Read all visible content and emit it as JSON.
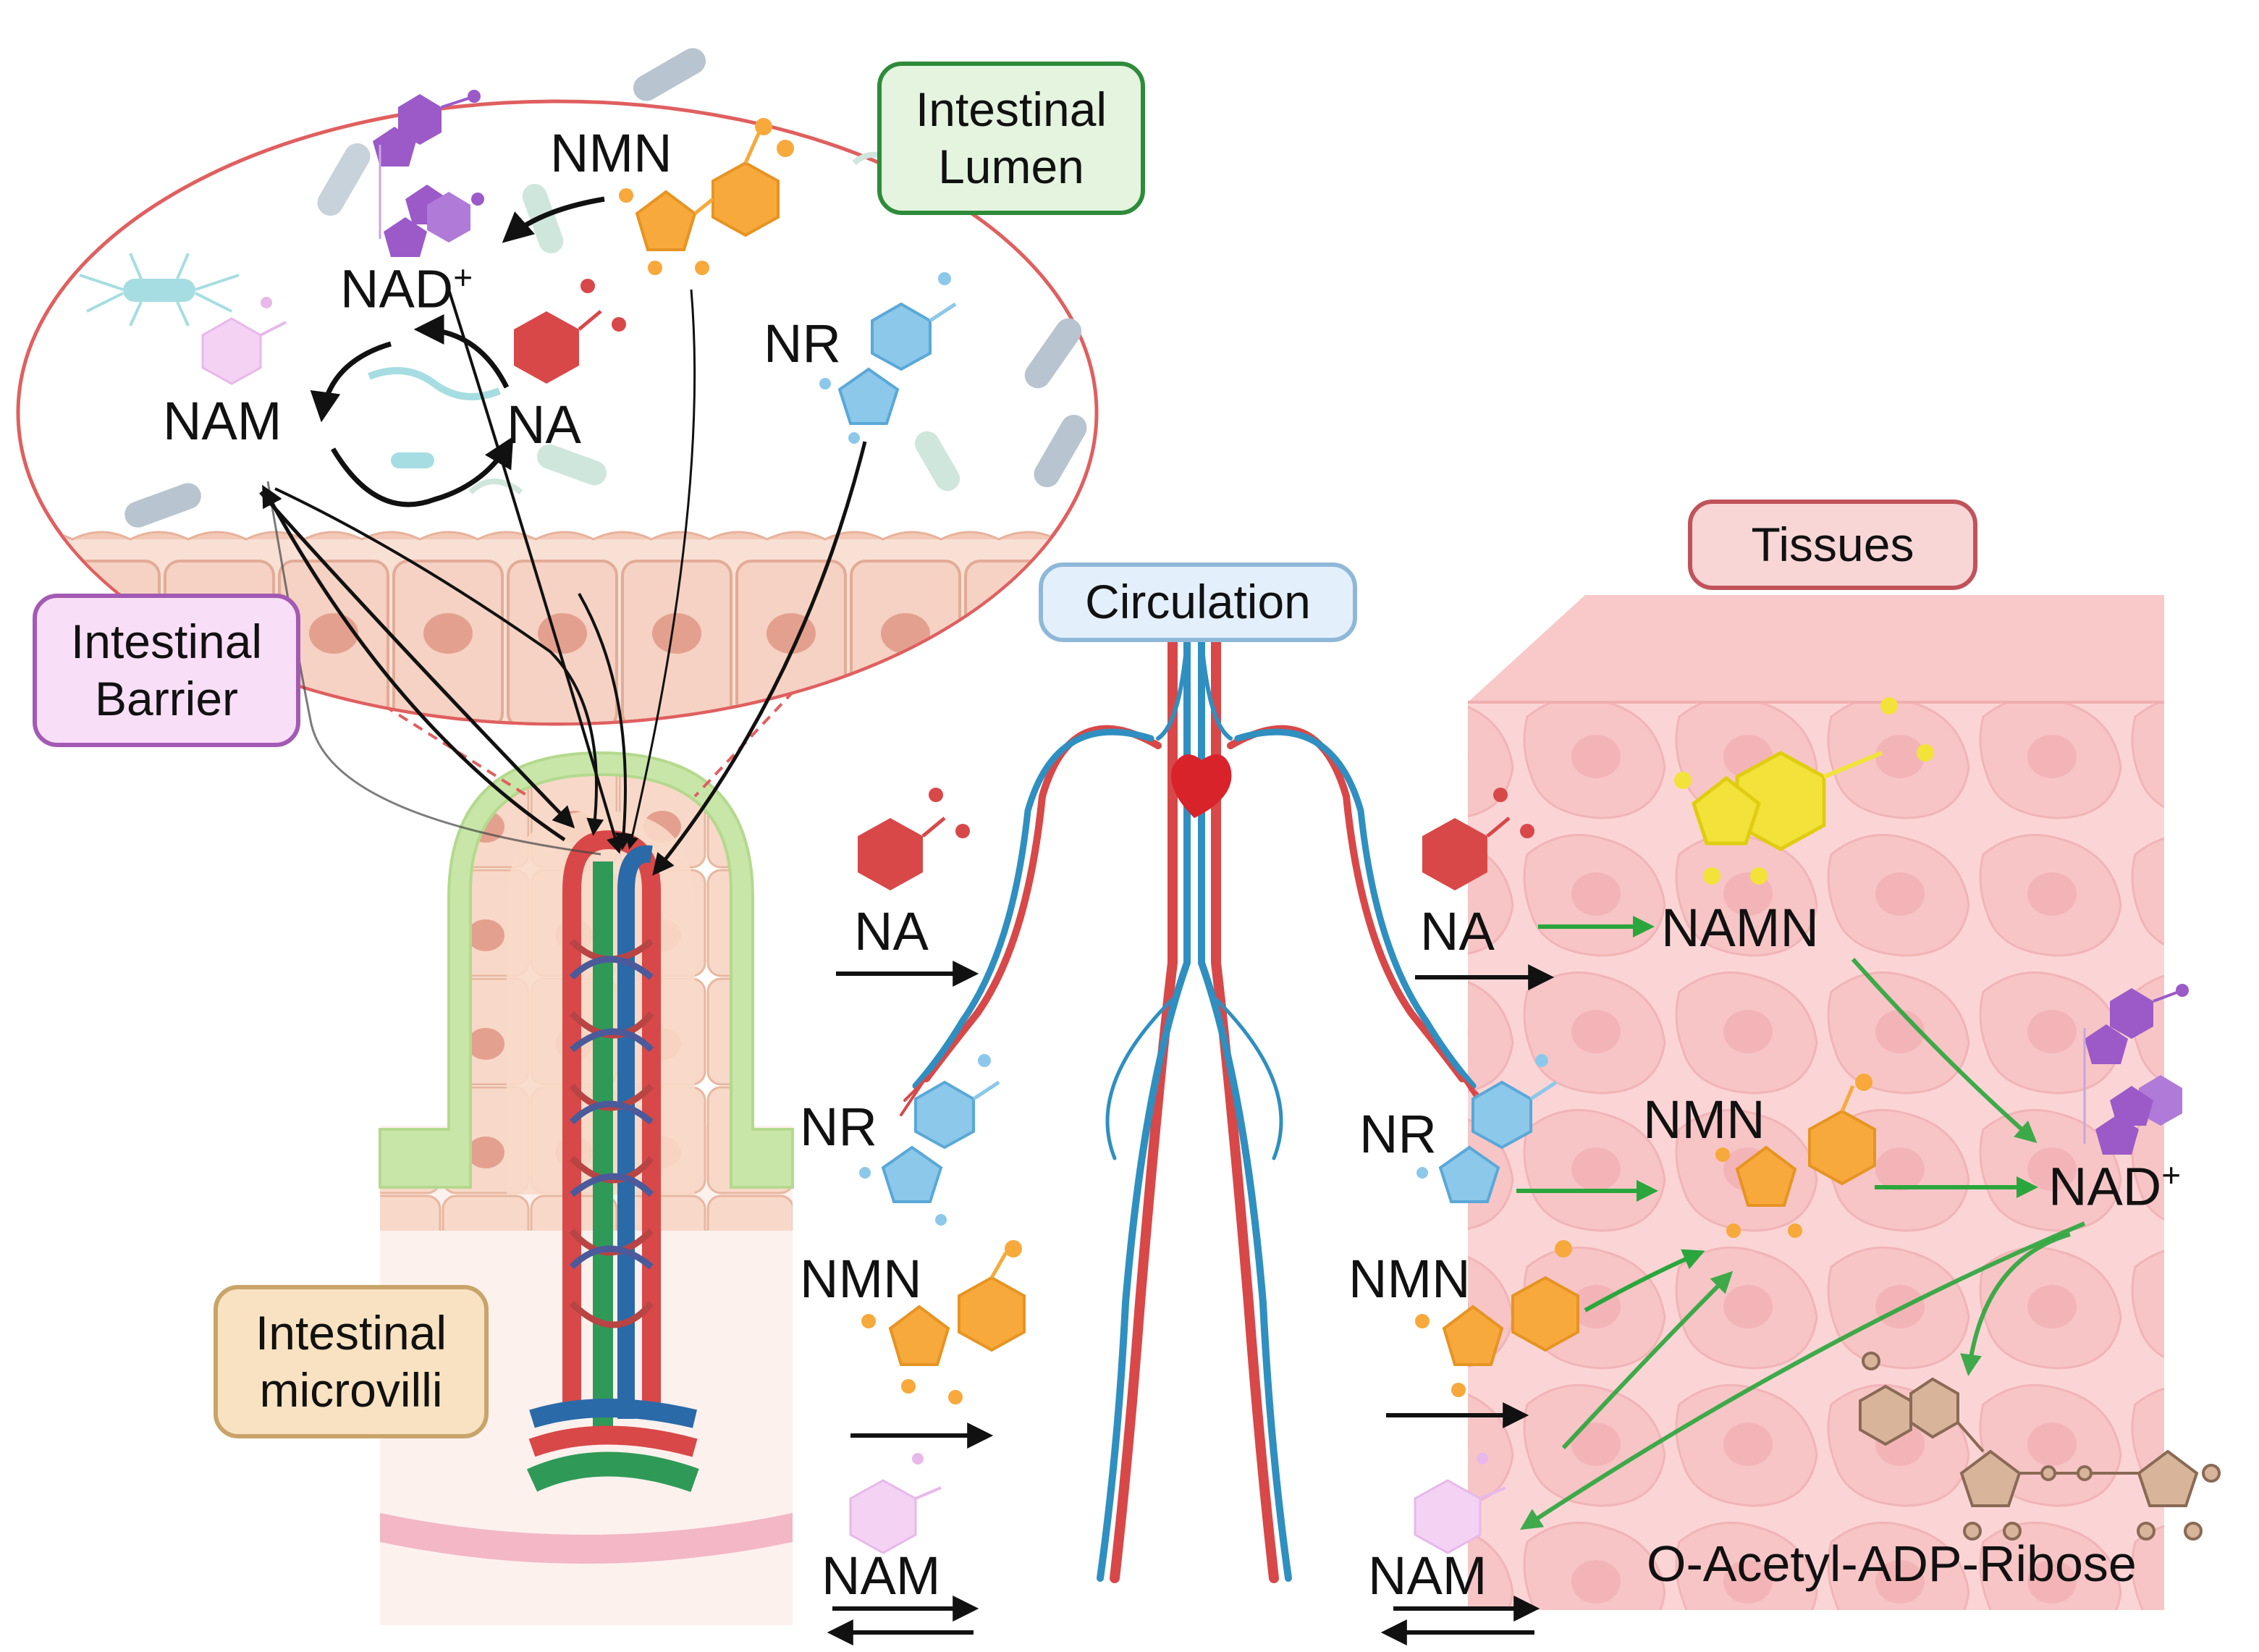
{
  "boxes": {
    "intestinal_lumen": [
      "Intestinal",
      "Lumen"
    ],
    "intestinal_barrier": [
      "Intestinal",
      "Barrier"
    ],
    "intestinal_microvilli": [
      "Intestinal",
      "microvilli"
    ],
    "circulation": "Circulation",
    "tissues": "Tissues"
  },
  "lumen": {
    "nmn": "NMN",
    "nad": "NAD",
    "nad_sup": "+",
    "nr": "NR",
    "nam": "NAM",
    "na": "NA"
  },
  "circulation_inputs": {
    "na": "NA",
    "nr": "NR",
    "nmn": "NMN",
    "nam": "NAM"
  },
  "tissue_side": {
    "na": "NA",
    "nr": "NR",
    "nmn": "NMN",
    "nam": "NAM"
  },
  "tissue_pathway": {
    "namn": "NAMN",
    "nmn": "NMN",
    "nad": "NAD",
    "nad_sup": "+",
    "product": "O-Acetyl-ADP-Ribose"
  },
  "colors": {
    "green_arrow": "#2aa63c",
    "na_red": "#d84848",
    "nr_blue": "#8cc8ea",
    "nmn_orange": "#f7a93b",
    "nam_pink": "#f3d2f3",
    "nad_purple": "#9b5ac8",
    "namn_yellow": "#f2e23a",
    "adp_tan": "#d8b49a",
    "lumen_border": "#e05f5f",
    "tissue_pink": "#f9cfd0",
    "box_lumen": "#2e8b3a",
    "box_barrier": "#a35ab4",
    "box_microvilli": "#c9a46a",
    "box_circulation": "#8fb8d8",
    "box_tissues": "#c0535a"
  }
}
